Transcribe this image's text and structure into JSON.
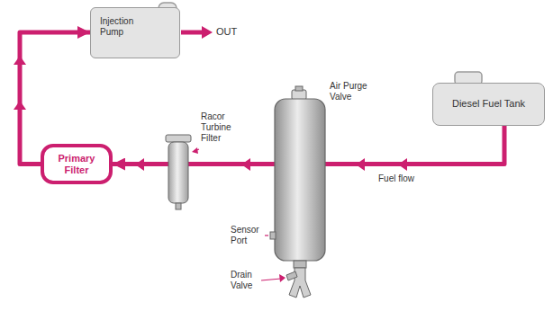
{
  "diagram": {
    "nodes": [
      {
        "text": [
          "Injection Pump"
        ]
      },
      {
        "text": [
          "Diesel Fuel Tank"
        ]
      },
      {
        "text": [
          "Primary Filter"
        ]
      }
    ],
    "edges": [
      {
        "from": 2,
        "to": 0,
        "arrow": "to"
      },
      {
        "from": 1,
        "to": 2,
        "arrow": "to"
      }
    ],
    "labels": [
      "OUT",
      "Racor Turbine Filter",
      "Air Purge Valve",
      "Fuel flow",
      "Sensor Port",
      "Drain Valve"
    ]
  }
}
